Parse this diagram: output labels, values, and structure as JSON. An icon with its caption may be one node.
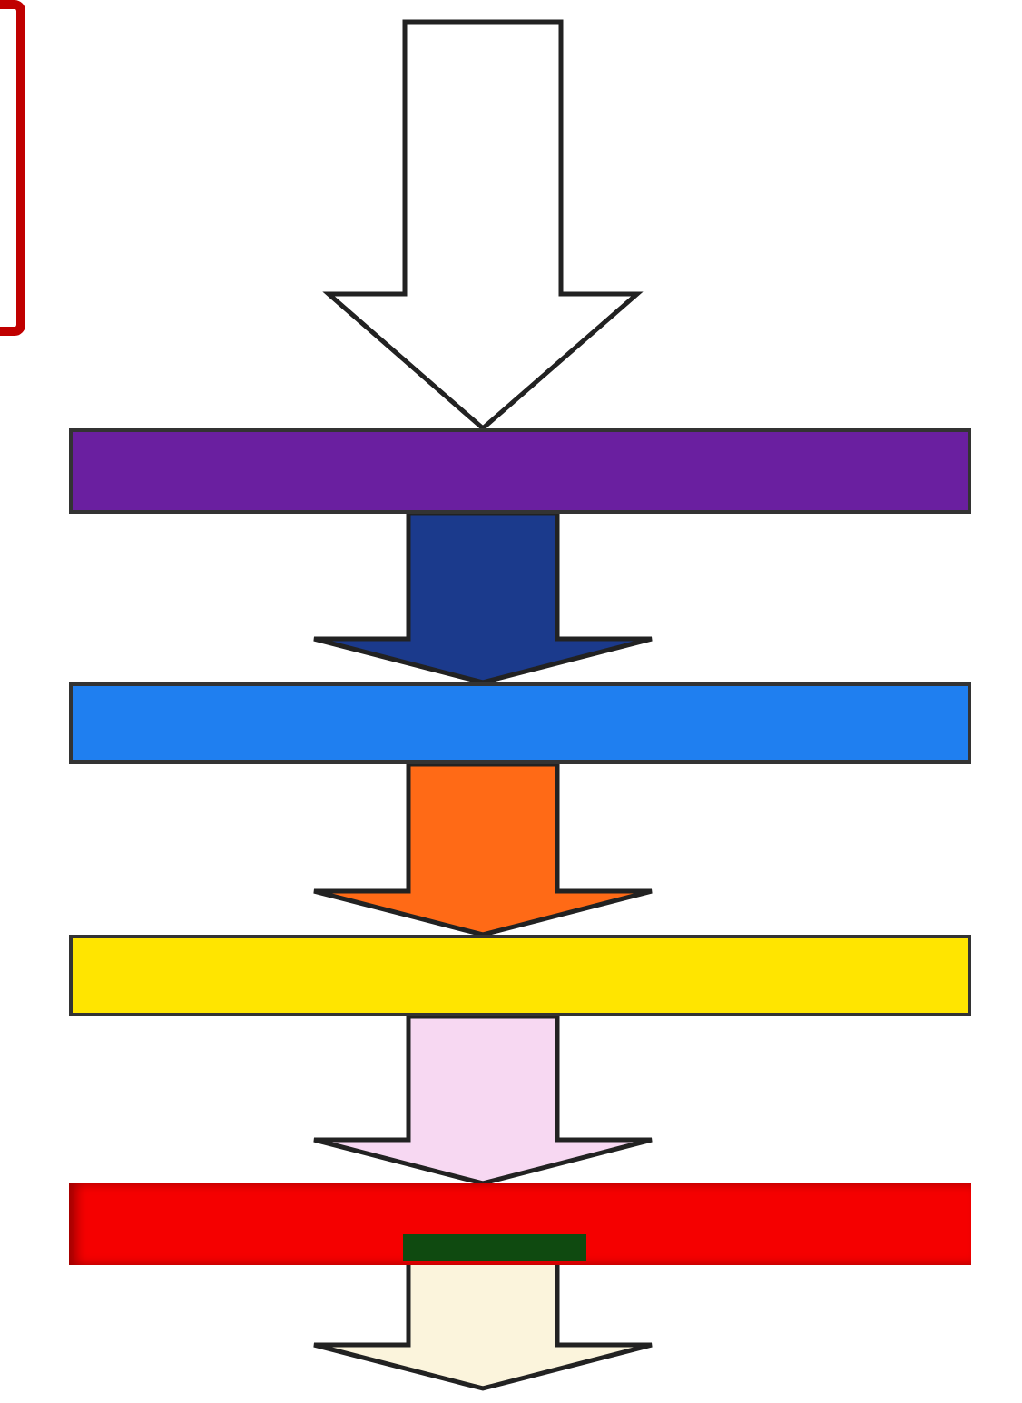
{
  "diagram": {
    "nodes": [
      {
        "text": [],
        "shape": "box"
      },
      {
        "text": [],
        "shape": "bar"
      },
      {
        "text": [],
        "shape": "bar"
      },
      {
        "text": [],
        "shape": "bar"
      },
      {
        "text": [],
        "shape": "bar"
      },
      {
        "text": [],
        "shape": "bar",
        "in": 4
      }
    ],
    "edges": [
      {
        "from": null,
        "to": 1,
        "arrow": "to",
        "color": "#ffffff"
      },
      {
        "from": 1,
        "to": 2,
        "arrow": "to",
        "color": "#1b3a8c"
      },
      {
        "from": 2,
        "to": 3,
        "arrow": "to",
        "color": "#ff6a16"
      },
      {
        "from": 3,
        "to": 4,
        "arrow": "to",
        "color": "#f7d8f2"
      },
      {
        "from": 5,
        "to": null,
        "arrow": "to",
        "color": "#fbf4dc"
      }
    ]
  }
}
